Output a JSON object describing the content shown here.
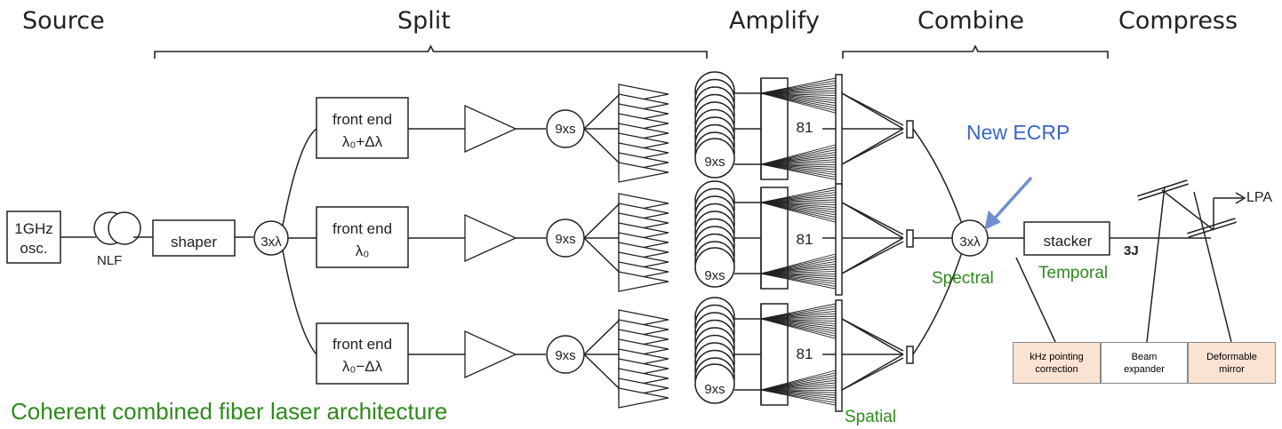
{
  "headers": {
    "source": "Source",
    "split": "Split",
    "amplify": "Amplify",
    "combine": "Combine",
    "compress": "Compress"
  },
  "oscillator": {
    "line1": "1GHz",
    "line2": "osc."
  },
  "nlf_label": "NLF",
  "shaper_label": "shaper",
  "splitter_label": "3xλ",
  "front_ends": [
    {
      "line1": "front end",
      "line2": "λ₀+Δλ"
    },
    {
      "line1": "front end",
      "line2": "λ₀"
    },
    {
      "line1": "front end",
      "line2": "λ₀−Δλ"
    }
  ],
  "splitter_9xs": "9xs",
  "stack_9xs": "9xs",
  "amp_count": "81",
  "combiner_label": "3xλ",
  "stacker_label": "stacker",
  "energy_label": "3J",
  "output_label": "LPA",
  "annotations": {
    "new_ecrp": "New ECRP",
    "spectral": "Spectral",
    "temporal": "Temporal",
    "spatial": "Spatial",
    "caption": "Coherent combined fiber laser architecture"
  },
  "bottom_boxes": [
    {
      "line1": "kHz pointing",
      "line2": "correction",
      "fill": "#fbe3d3"
    },
    {
      "line1": "Beam",
      "line2": "expander",
      "fill": "#ffffff"
    },
    {
      "line1": "Deformable",
      "line2": "mirror",
      "fill": "#fbe3d3"
    }
  ],
  "colors": {
    "line": "#222222",
    "green": "#2e8b1c",
    "blue": "#3a66c8",
    "arrow": "#6f8fd0"
  }
}
